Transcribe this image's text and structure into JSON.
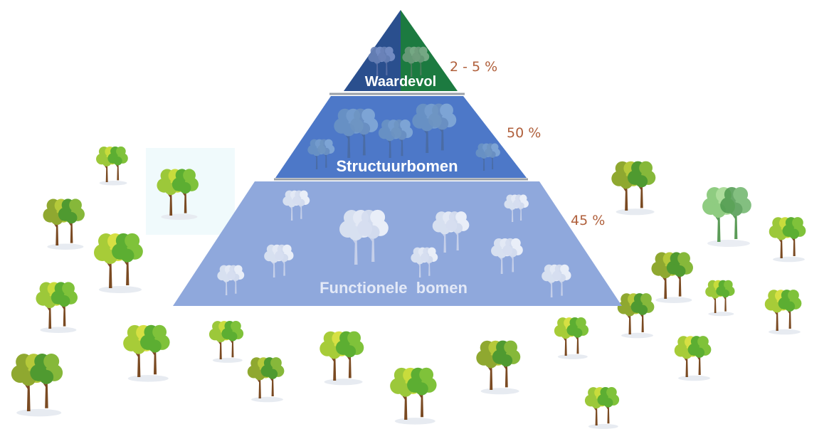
{
  "pyramid": {
    "tiers": [
      {
        "name": "Waardevol",
        "share": "2 - 5 %"
      },
      {
        "name": "Structuurbomen",
        "share": "50 %"
      },
      {
        "name": "Functionele  bomen",
        "share": "45 %"
      }
    ]
  },
  "colors": {
    "top_left": "#2a4f8e",
    "top_right": "#1c7a40",
    "middle": "#4d78c8",
    "bottom": "#8fa8dc",
    "percent_text": "#b0603c",
    "label_white": "#ffffff",
    "label_faint": "#e3e9f7",
    "leaf_light": "#c8dc3c",
    "leaf_dark": "#5cae32",
    "trunk": "#7a4a22",
    "shadow": "#e7ebf1"
  }
}
